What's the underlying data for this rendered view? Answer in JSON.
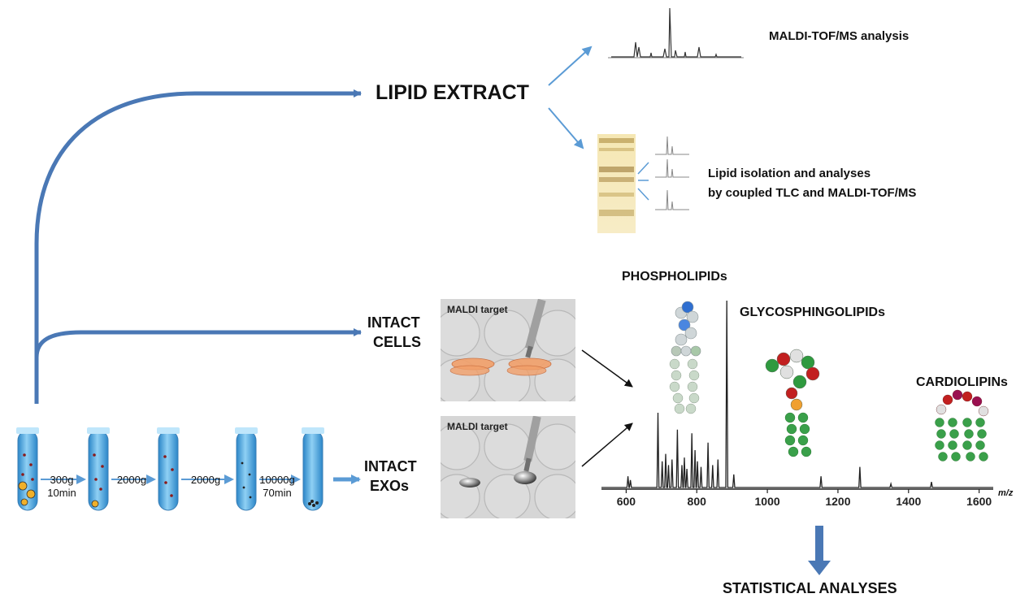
{
  "labels": {
    "lipid_extract": "LIPID EXTRACT",
    "maldi_analysis": "MALDI-TOF/MS analysis",
    "lipid_isolation_1": "Lipid isolation and analyses",
    "lipid_isolation_2": "by coupled TLC and MALDI-TOF/MS",
    "intact_cells_1": "INTACT",
    "intact_cells_2": "CELLS",
    "intact_exos_1": "INTACT",
    "intact_exos_2": "EXOs",
    "phospholipids": "PHOSPHOLIPIDs",
    "glycosphingolipids": "GLYCOSPHINGOLIPIDs",
    "cardiolipins": "CARDIOLIPINs",
    "statistical": "STATISTICAL ANALYSES",
    "maldi_target_1": "MALDI target",
    "maldi_target_2": "MALDI target"
  },
  "centrifugation_steps": [
    {
      "line1": "300g",
      "line2": "10min"
    },
    {
      "line1": "2000g",
      "line2": ""
    },
    {
      "line1": "2000g",
      "line2": ""
    },
    {
      "line1": "10000g",
      "line2": "70min"
    }
  ],
  "colors": {
    "flow_arrow": "#4a78b5",
    "light_arrow": "#5b9bd5",
    "tube_fill": "#4aa3dc",
    "spectrum": "#222222",
    "tlc_plate": "#f2e2a8"
  },
  "chart_data": {
    "type": "line",
    "xlabel": "m/z",
    "ylabel": "",
    "title": "",
    "xlim": [
      530,
      1640
    ],
    "ylim": [
      0,
      100
    ],
    "ticks": [
      600,
      800,
      1000,
      1200,
      1400,
      1600
    ],
    "tick_labels": [
      "600",
      "800",
      "1000",
      "1200",
      "1400",
      "1600"
    ],
    "peaks": [
      {
        "x": 605,
        "y": 6
      },
      {
        "x": 612,
        "y": 4
      },
      {
        "x": 690,
        "y": 40
      },
      {
        "x": 702,
        "y": 14
      },
      {
        "x": 712,
        "y": 18
      },
      {
        "x": 720,
        "y": 12
      },
      {
        "x": 730,
        "y": 15
      },
      {
        "x": 745,
        "y": 31
      },
      {
        "x": 758,
        "y": 12
      },
      {
        "x": 765,
        "y": 16
      },
      {
        "x": 772,
        "y": 10
      },
      {
        "x": 786,
        "y": 29
      },
      {
        "x": 795,
        "y": 20
      },
      {
        "x": 802,
        "y": 14
      },
      {
        "x": 812,
        "y": 11
      },
      {
        "x": 832,
        "y": 24
      },
      {
        "x": 845,
        "y": 12
      },
      {
        "x": 860,
        "y": 15
      },
      {
        "x": 885,
        "y": 100
      },
      {
        "x": 905,
        "y": 7
      },
      {
        "x": 1152,
        "y": 6
      },
      {
        "x": 1262,
        "y": 11
      },
      {
        "x": 1350,
        "y": 2
      },
      {
        "x": 1465,
        "y": 3
      }
    ]
  }
}
